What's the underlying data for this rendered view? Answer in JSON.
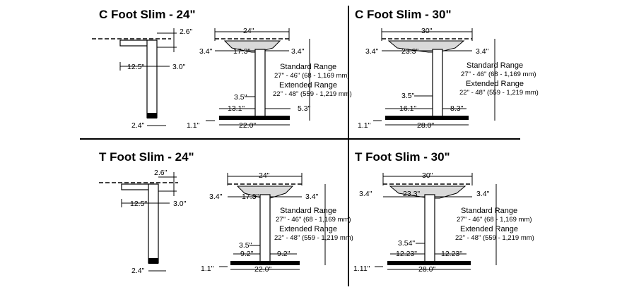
{
  "panels": {
    "c24": {
      "title": "C Foot Slim - 24\"",
      "side": {
        "top_thk": "2.6\"",
        "depth": "12.5\"",
        "leg_w": "3.0\"",
        "foot": "2.4\""
      },
      "front": {
        "width": "24\"",
        "left_over": "3.4\"",
        "bracket": "17.3\"",
        "right_over": "3.4\"",
        "post": "3.5\"",
        "left_foot": "13.1\"",
        "right_foot": "5.3\"",
        "glide": "1.1\"",
        "base": "22.0\""
      },
      "ranges": {
        "standard_title": "Standard Range",
        "standard_value": "27\" - 46\" (68 - 1,169 mm)",
        "extended_title": "Extended Range",
        "extended_value": "22\" - 48\" (559 - 1,219 mm)"
      }
    },
    "c30": {
      "title": "C Foot Slim - 30\"",
      "front": {
        "width": "30\"",
        "left_over": "3.4\"",
        "bracket": "23.3\"",
        "right_over": "3.4\"",
        "post": "3.5\"",
        "left_foot": "16.1\"",
        "right_foot": "8.3\"",
        "glide": "1.1\"",
        "base": "28.0\""
      },
      "ranges": {
        "standard_title": "Standard Range",
        "standard_value": "27\" - 46\" (68 - 1,169 mm)",
        "extended_title": "Extended Range",
        "extended_value": "22\" - 48\" (559 - 1,219 mm)"
      }
    },
    "t24": {
      "title": "T Foot Slim - 24\"",
      "side": {
        "top_thk": "2.6\"",
        "depth": "12.5\"",
        "leg_w": "3.0\"",
        "foot": "2.4\""
      },
      "front": {
        "width": "24\"",
        "left_over": "3.4\"",
        "bracket": "17.3\"",
        "right_over": "3.4\"",
        "post": "3.5\"",
        "left_foot": "9.2\"",
        "right_foot": "9.2\"",
        "glide": "1.1\"",
        "base": "22.0\""
      },
      "ranges": {
        "standard_title": "Standard Range",
        "standard_value": "27\" - 46\" (68 - 1,169 mm)",
        "extended_title": "Extended Range",
        "extended_value": "22\" - 48\" (559 - 1,219 mm)"
      }
    },
    "t30": {
      "title": "T Foot Slim - 30\"",
      "front": {
        "width": "30\"",
        "left_over": "3.4\"",
        "bracket": "23.3\"",
        "right_over": "3.4\"",
        "post": "3.54\"",
        "left_foot": "12.23\"",
        "right_foot": "12.23\"",
        "glide": "1.11\"",
        "base": "28.0\""
      },
      "ranges": {
        "standard_title": "Standard Range",
        "standard_value": "27\" - 46\" (68 - 1,169 mm)",
        "extended_title": "Extended Range",
        "extended_value": "22\" - 48\" (559 - 1,219 mm)"
      }
    }
  }
}
